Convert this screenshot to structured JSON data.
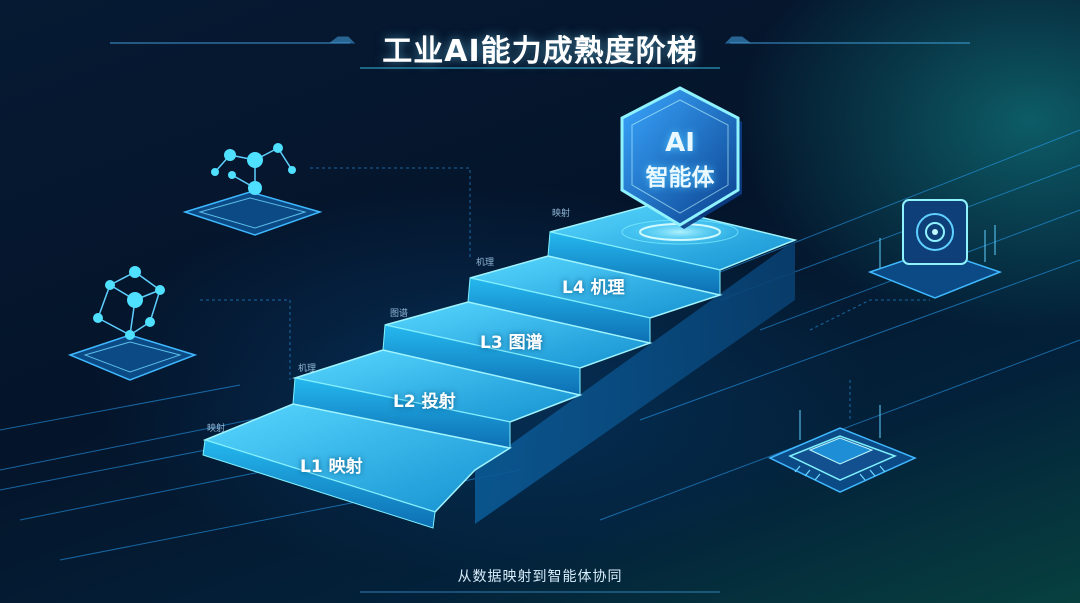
{
  "header": {
    "title": "工业AI能力成熟度阶梯"
  },
  "footer": {
    "subtitle": "从数据映射到智能体协同"
  },
  "badge": {
    "line1": "AI",
    "line2": "智能体"
  },
  "steps": [
    {
      "label": "L1 映射",
      "tag": "映射"
    },
    {
      "label": "L2 投射",
      "tag": "机理"
    },
    {
      "label": "L3 图谱",
      "tag": "图谱"
    },
    {
      "label": "L4 机理",
      "tag": "机理"
    }
  ],
  "top_tag": "映射",
  "colors": {
    "accent": "#3fd6ff",
    "step_face": "#1fb4e6",
    "step_glow": "#7ff0ff",
    "background": "#04142a"
  },
  "icons": [
    "network-node-icon",
    "cube-network-icon",
    "sensor-device-icon",
    "chip-icon"
  ]
}
